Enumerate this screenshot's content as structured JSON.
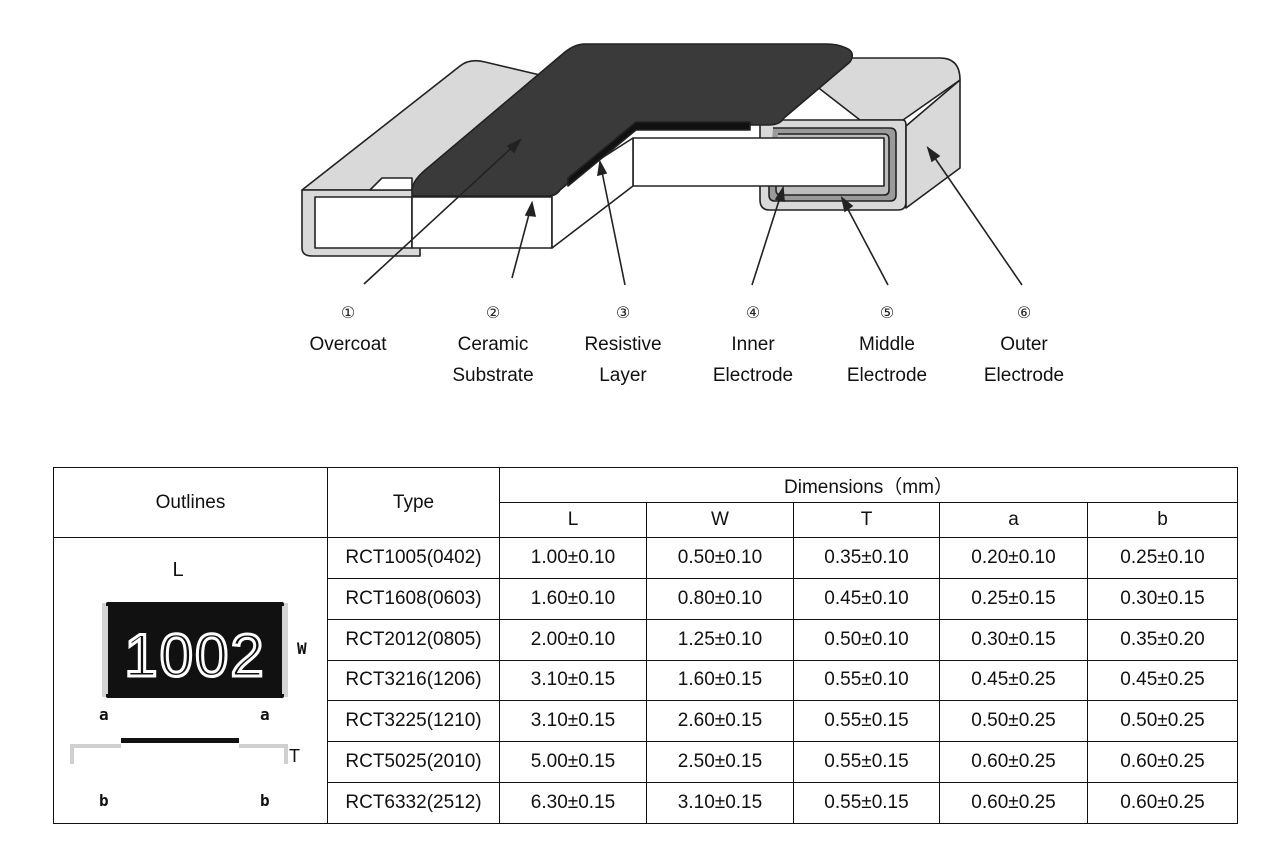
{
  "diagram": {
    "parts": [
      {
        "num": "①",
        "name_lines": [
          "Overcoat"
        ]
      },
      {
        "num": "②",
        "name_lines": [
          "Ceramic",
          "Substrate"
        ]
      },
      {
        "num": "③",
        "name_lines": [
          "Resistive",
          "Layer"
        ]
      },
      {
        "num": "④",
        "name_lines": [
          "Inner",
          "Electrode"
        ]
      },
      {
        "num": "⑤",
        "name_lines": [
          "Middle",
          "Electrode"
        ]
      },
      {
        "num": "⑥",
        "name_lines": [
          "Outer",
          "Electrode"
        ]
      }
    ],
    "colors": {
      "overcoat": "#3a3a3a",
      "electrode": "#d9d9d9",
      "substrate": "#ffffff",
      "outline": "#222222"
    }
  },
  "table": {
    "headers": {
      "outlines": "Outlines",
      "type": "Type",
      "dimensions": "Dimensions（mm）",
      "cols": [
        "L",
        "W",
        "T",
        "a",
        "b"
      ]
    },
    "outline_labels": {
      "L": "L",
      "W": "W",
      "T": "T",
      "a": "a",
      "b": "b",
      "marking": "1002"
    },
    "rows": [
      {
        "type": "RCT1005(0402)",
        "L": "1.00±0.10",
        "W": "0.50±0.10",
        "T": "0.35±0.10",
        "a": "0.20±0.10",
        "b": "0.25±0.10"
      },
      {
        "type": "RCT1608(0603)",
        "L": "1.60±0.10",
        "W": "0.80±0.10",
        "T": "0.45±0.10",
        "a": "0.25±0.15",
        "b": "0.30±0.15"
      },
      {
        "type": "RCT2012(0805)",
        "L": "2.00±0.10",
        "W": "1.25±0.10",
        "T": "0.50±0.10",
        "a": "0.30±0.15",
        "b": "0.35±0.20"
      },
      {
        "type": "RCT3216(1206)",
        "L": "3.10±0.15",
        "W": "1.60±0.15",
        "T": "0.55±0.10",
        "a": "0.45±0.25",
        "b": "0.45±0.25"
      },
      {
        "type": "RCT3225(1210)",
        "L": "3.10±0.15",
        "W": "2.60±0.15",
        "T": "0.55±0.15",
        "a": "0.50±0.25",
        "b": "0.50±0.25"
      },
      {
        "type": "RCT5025(2010)",
        "L": "5.00±0.15",
        "W": "2.50±0.15",
        "T": "0.55±0.15",
        "a": "0.60±0.25",
        "b": "0.60±0.25"
      },
      {
        "type": "RCT6332(2512)",
        "L": "6.30±0.15",
        "W": "3.10±0.15",
        "T": "0.55±0.15",
        "a": "0.60±0.25",
        "b": "0.60±0.25"
      }
    ]
  }
}
